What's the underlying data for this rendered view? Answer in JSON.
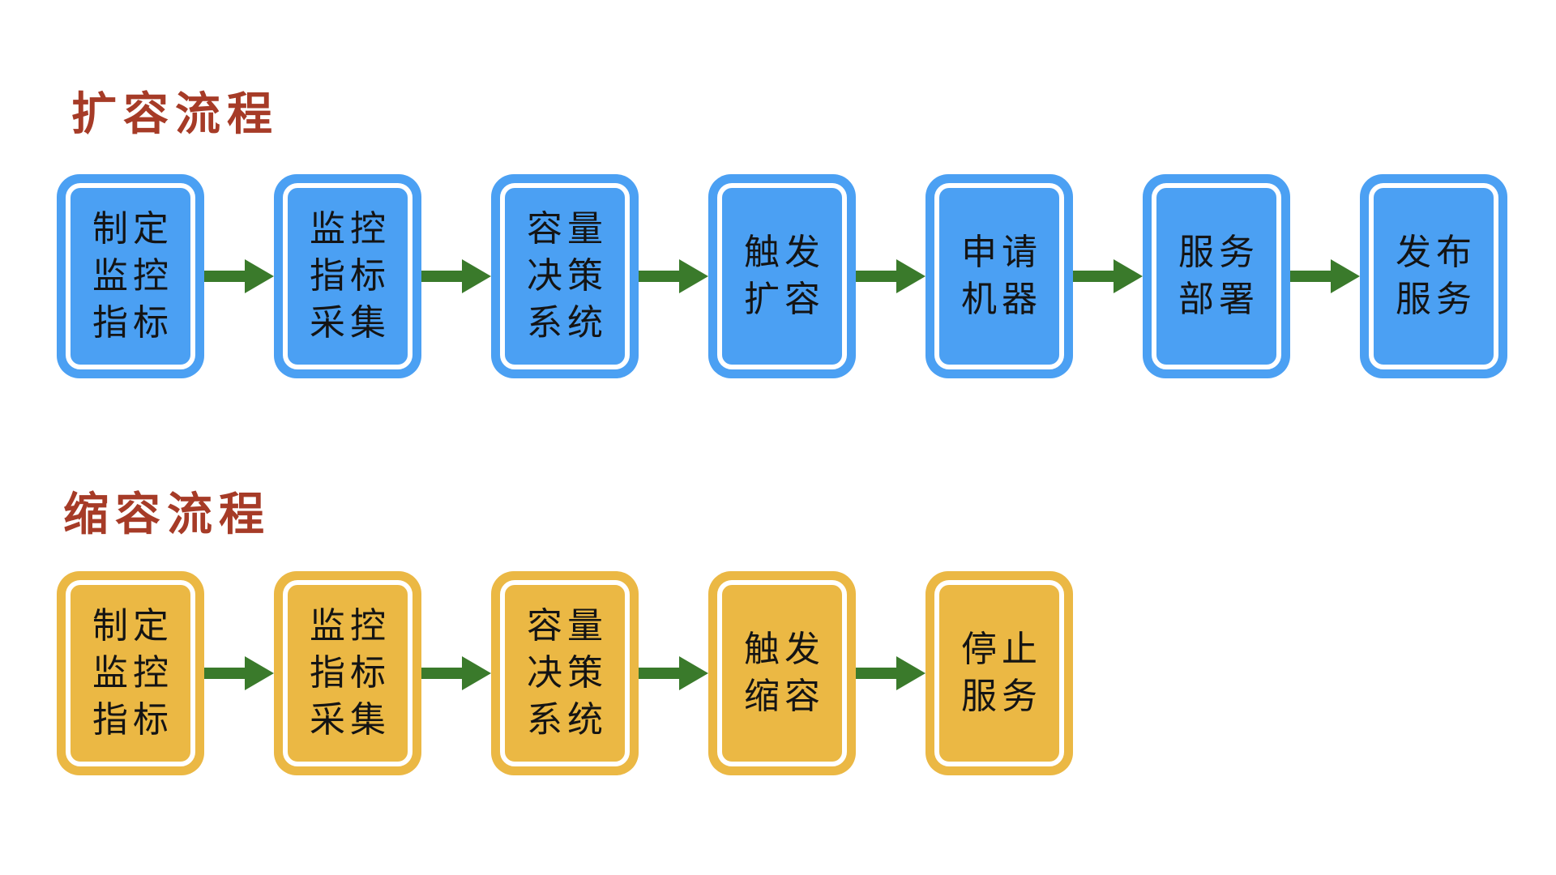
{
  "colors": {
    "blue_fill": "#4BA0F3",
    "yellow_fill": "#EBB844",
    "arrow_green": "#3A7A2B",
    "title_red": "#A63B27",
    "text_black": "#141414",
    "canvas_bg": "#FFFFFF"
  },
  "flows": [
    {
      "id": "scale-up",
      "title": "扩容流程",
      "box_color": "#4BA0F3",
      "steps": [
        "制定\n监控\n指标",
        "监控\n指标\n采集",
        "容量\n决策\n系统",
        "触发\n扩容",
        "申请\n机器",
        "服务\n部署",
        "发布\n服务"
      ]
    },
    {
      "id": "scale-down",
      "title": "缩容流程",
      "box_color": "#EBB844",
      "steps": [
        "制定\n监控\n指标",
        "监控\n指标\n采集",
        "容量\n决策\n系统",
        "触发\n缩容",
        "停止\n服务"
      ]
    }
  ]
}
